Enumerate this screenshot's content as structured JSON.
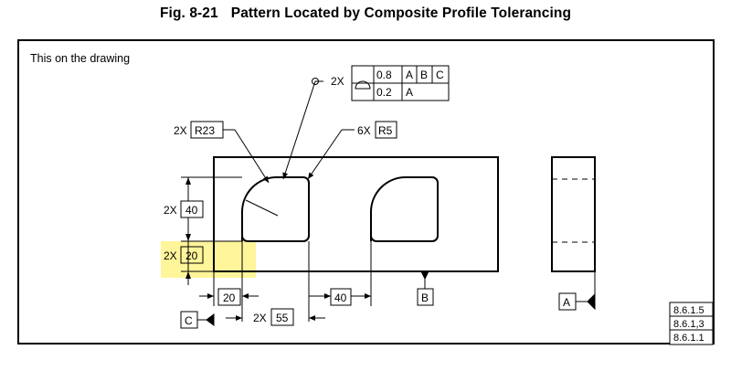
{
  "figure": {
    "number": "Fig. 8-21",
    "title": "Pattern Located by Composite Profile Tolerancing"
  },
  "caption": "This on the drawing",
  "callouts": {
    "profile": {
      "prefix": "2X",
      "symbol": "profile-of-surface-icon",
      "upper": [
        "0.8",
        "A",
        "B",
        "C"
      ],
      "lower": [
        "0.2",
        "A"
      ]
    },
    "radius_large": {
      "prefix": "2X",
      "value": "R23"
    },
    "radius_small": {
      "prefix": "6X",
      "value": "R5"
    }
  },
  "dimensions": {
    "height_40": {
      "prefix": "2X",
      "value": "40"
    },
    "height_20": {
      "prefix": "2X",
      "value": "20"
    },
    "horiz_20": {
      "value": "20"
    },
    "horiz_55": {
      "prefix": "2X",
      "value": "55"
    },
    "horiz_40": {
      "value": "40"
    }
  },
  "datums": {
    "a": "A",
    "b": "B",
    "c": "C"
  },
  "references": [
    "8.6.1.5",
    "8.6.1,3",
    "8.6.1.1"
  ],
  "colors": {
    "highlight": "#fff59a",
    "line": "#000000"
  }
}
